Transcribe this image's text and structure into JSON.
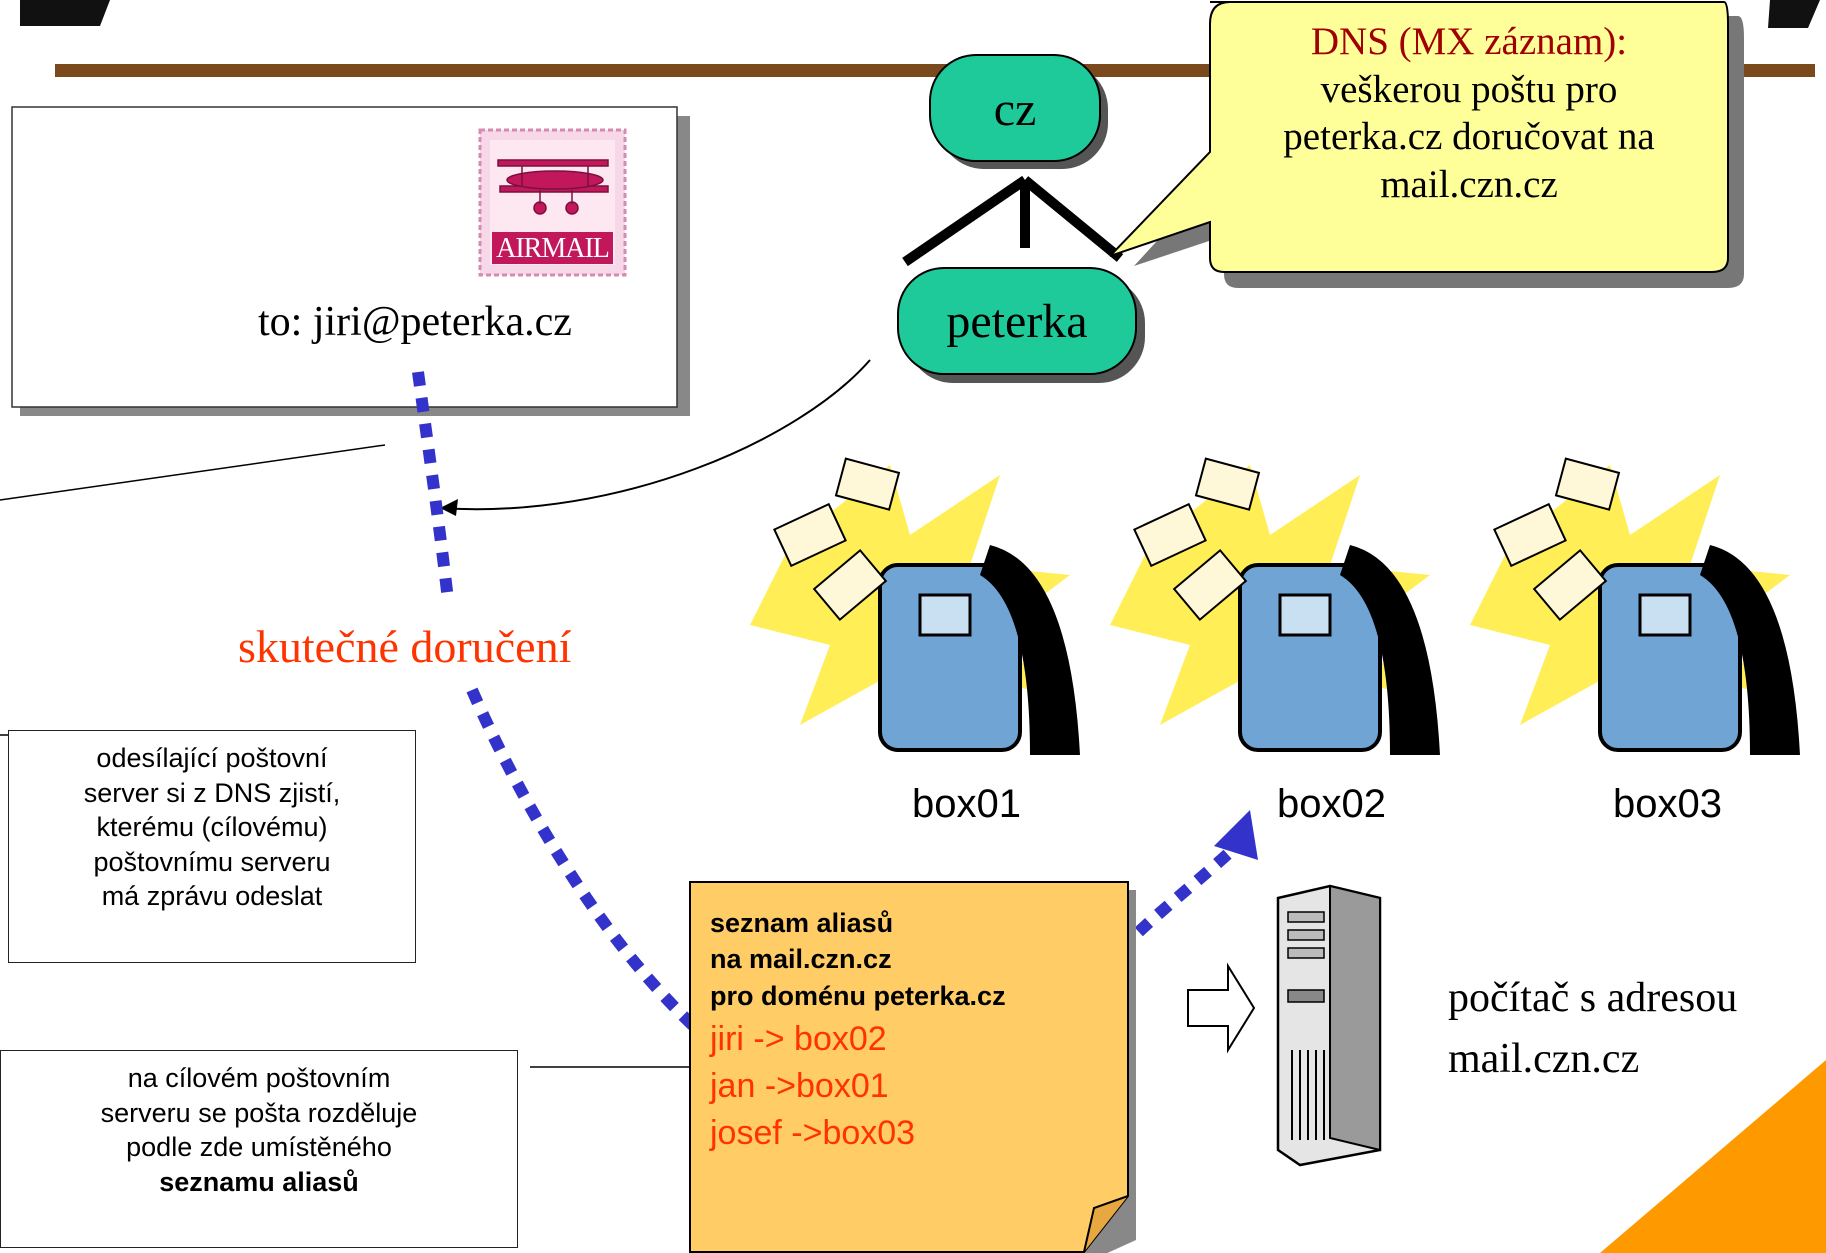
{
  "envelope": {
    "stamp_text": "AIRMAIL",
    "address": "to: jiri@peterka.cz"
  },
  "dns_tree": {
    "root_node": "cz",
    "child_node": "peterka"
  },
  "dns_callout": {
    "line1": "DNS (MX záznam):",
    "line2": "veškerou poštu pro",
    "line3": "peterka.cz doručovat na",
    "line4": "mail.czn.cz"
  },
  "delivery_label": "skutečné doručení",
  "mailboxes": [
    {
      "label": "box01"
    },
    {
      "label": "box02"
    },
    {
      "label": "box03"
    }
  ],
  "note_sending": {
    "line1": "odesílající poštovní",
    "line2": "server si z DNS zjistí,",
    "line3": "kterému (cílovému)",
    "line4": "poštovnímu serveru",
    "line5": "má zprávu odeslat"
  },
  "note_target": {
    "line1": "na cílovém poštovním",
    "line2": "serveru se pošta rozděluje",
    "line3": "podle zde umístěného",
    "line4": "seznamu aliasů"
  },
  "alias_list": {
    "header1": "seznam aliasů",
    "header2": "na mail.czn.cz",
    "header3": "pro doménu peterka.cz",
    "entries": [
      "jiri -> box02",
      "jan ->box01",
      "josef ->box03"
    ]
  },
  "server": {
    "line1": "počítač s adresou",
    "line2": "mail.czn.cz"
  },
  "colors": {
    "title_rule": "#7a4a1c",
    "node_fill": "#1ec99a",
    "callout_fill": "#ffff99",
    "callout_text": "#a00000",
    "dash_blue": "#3333cc",
    "delivery_red": "#ff3300",
    "alias_fill": "#ffcc66",
    "alias_red": "#ff3300",
    "orange_corner": "#ff9900",
    "mailbox_blue": "#6fa4d4",
    "burst_yellow": "#ffee55"
  }
}
